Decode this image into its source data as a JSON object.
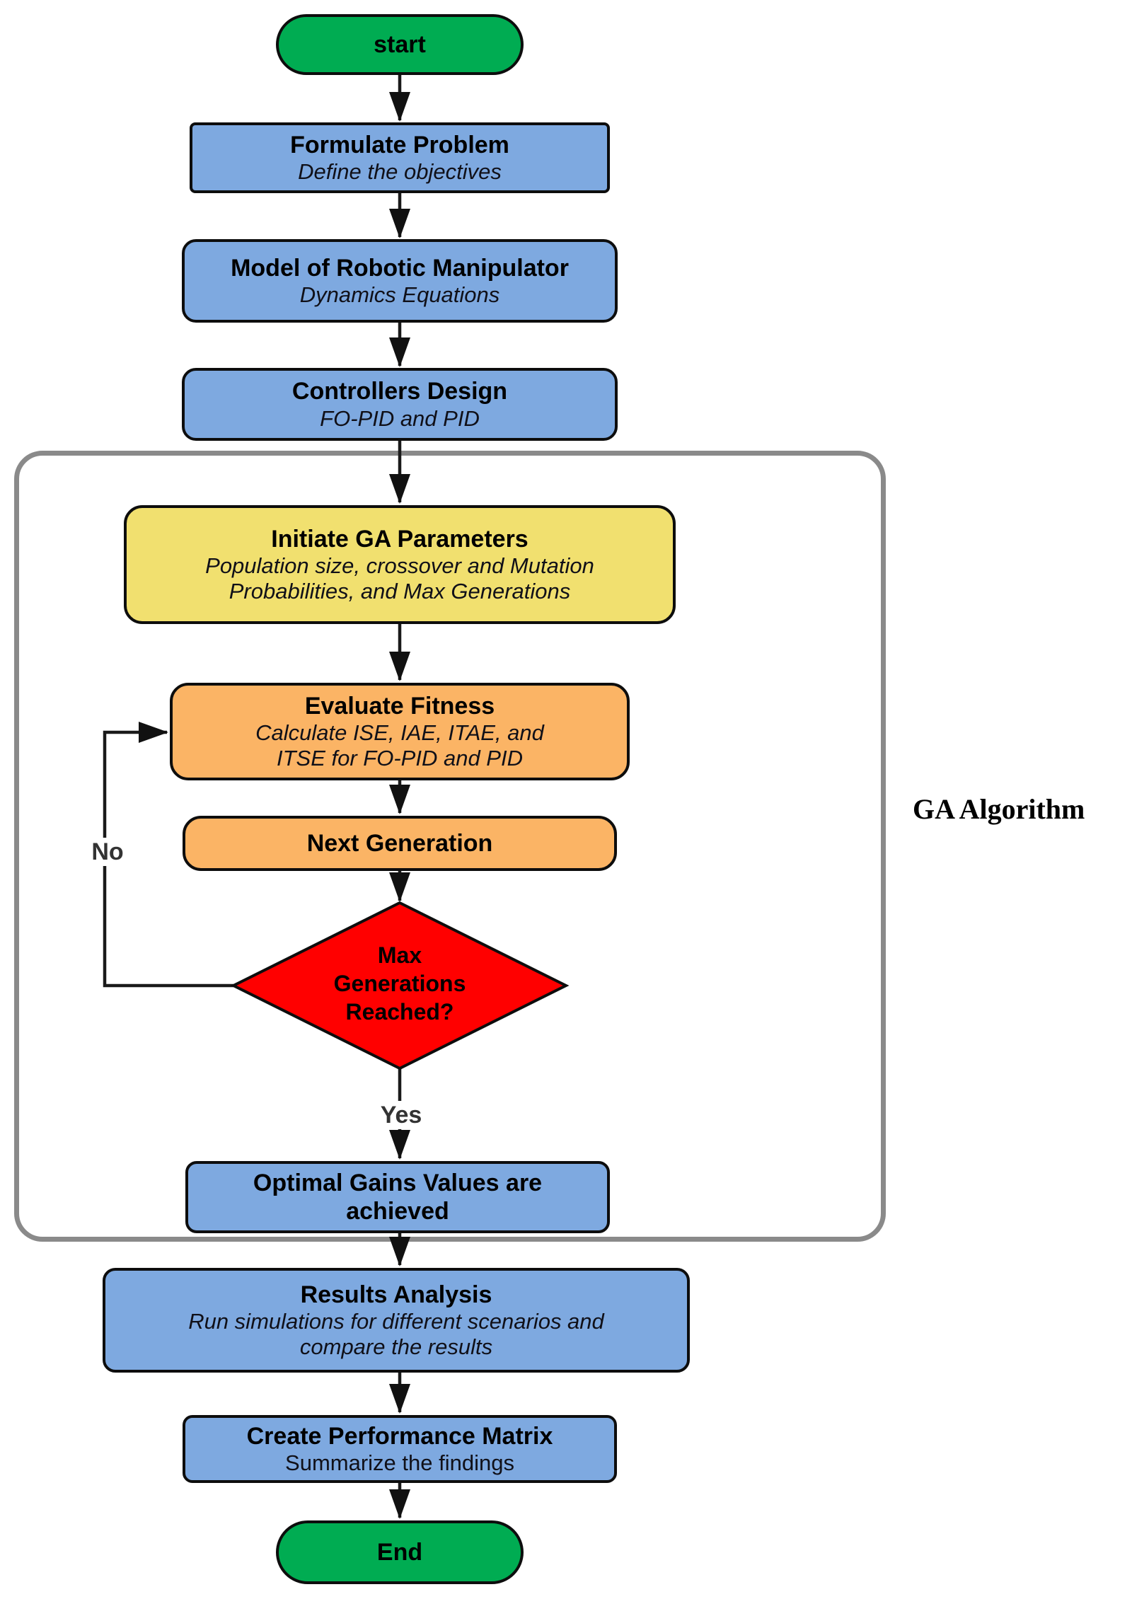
{
  "flowchart": {
    "side_label": "GA Algorithm",
    "nodes": {
      "start": {
        "label": "start"
      },
      "formulate_problem": {
        "title": "Formulate Problem",
        "subtitle": "Define the objectives"
      },
      "model_manipulator": {
        "title": "Model of Robotic Manipulator",
        "subtitle": "Dynamics Equations"
      },
      "controllers_design": {
        "title": "Controllers Design",
        "subtitle": "FO-PID and PID"
      },
      "initiate_ga_parameters": {
        "title": "Initiate GA Parameters",
        "subtitle": "Population size, crossover and Mutation\nProbabilities, and Max Generations"
      },
      "evaluate_fitness": {
        "title": "Evaluate Fitness",
        "subtitle": "Calculate ISE, IAE, ITAE, and\nITSE for FO-PID and PID"
      },
      "next_generation": {
        "title": "Next Generation"
      },
      "max_generations_decision": {
        "title": "Max\nGenerations\nReached?"
      },
      "optimal_gains": {
        "title": "Optimal Gains Values are\nachieved"
      },
      "results_analysis": {
        "title": "Results Analysis",
        "subtitle": "Run simulations for different scenarios and\ncompare the results"
      },
      "performance_matrix": {
        "title": "Create Performance Matrix",
        "subtitle": "Summarize the findings"
      },
      "end": {
        "label": "End"
      }
    },
    "edge_labels": {
      "no": "No",
      "yes": "Yes"
    },
    "colors": {
      "terminal_green": "#00AC52",
      "process_blue": "#7EA9E0",
      "ga_init_yellow": "#F1E06F",
      "ga_step_orange": "#FBB465",
      "decision_red": "#FF0000",
      "container_gray": "#8A8A8A",
      "connector_black": "#1A1A1A"
    }
  }
}
